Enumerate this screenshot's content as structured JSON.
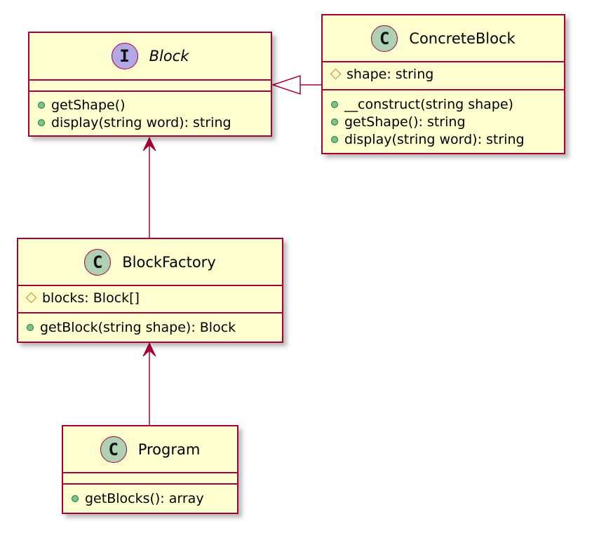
{
  "classes": {
    "block": {
      "stereotype_icon": "I",
      "name": "Block",
      "attributes": [],
      "methods": [
        "getShape()",
        "display(string word): string"
      ]
    },
    "concrete_block": {
      "stereotype_icon": "C",
      "name": "ConcreteBlock",
      "attributes": [
        "shape: string"
      ],
      "methods": [
        "__construct(string shape)",
        "getShape(): string",
        "display(string word): string"
      ]
    },
    "block_factory": {
      "stereotype_icon": "C",
      "name": "BlockFactory",
      "attributes": [
        "blocks: Block[]"
      ],
      "methods": [
        "getBlock(string shape): Block"
      ]
    },
    "program": {
      "stereotype_icon": "C",
      "name": "Program",
      "attributes": [],
      "methods": [
        "getBlocks(): array"
      ]
    }
  },
  "relations": [
    {
      "from": "ConcreteBlock",
      "to": "Block",
      "type": "realization"
    },
    {
      "from": "BlockFactory",
      "to": "Block",
      "type": "association"
    },
    {
      "from": "Program",
      "to": "BlockFactory",
      "type": "association"
    }
  ],
  "colors": {
    "class_fill": "#FEFECE",
    "border": "#A80036",
    "class_badge": "#ADD1B2",
    "interface_badge": "#B4A7E5",
    "public_marker": "#84BE84",
    "protected_marker": "#B38D22"
  }
}
